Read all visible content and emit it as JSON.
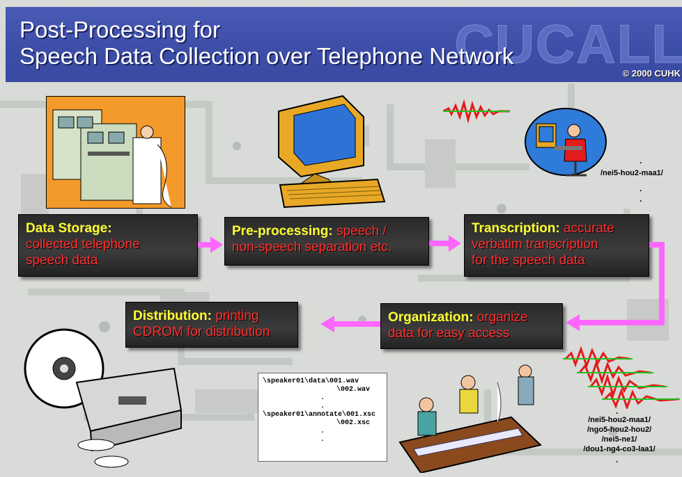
{
  "title": {
    "line1": "Post-Processing for",
    "line2": "Speech Data Collection over Telephone Network",
    "watermark": "CUCALL",
    "copyright": "© 2000 CUHK"
  },
  "steps": [
    {
      "label": "Data Storage:",
      "text": [
        "collected telephone",
        "speech data"
      ]
    },
    {
      "label": "Pre-processing:",
      "text": [
        "speech /",
        "non-speech separation etc."
      ]
    },
    {
      "label": "Transcription:",
      "text": [
        "accurate",
        "verbatim transcription",
        "for the speech data"
      ]
    },
    {
      "label": "Organization:",
      "text": [
        "organize",
        "data for easy access"
      ]
    },
    {
      "label": "Distribution:",
      "text": [
        "printing",
        "CDROM for distribution"
      ]
    }
  ],
  "transcription_file": "/nei5-hou2-maa1/",
  "file_listing": [
    "\\speaker01\\data\\001.wav",
    "\\002.wav",
    ".",
    ".",
    "\\speaker01\\annotate\\001.xsc",
    "\\002.xsc",
    ".",
    "."
  ],
  "organized_files": [
    "/nei5-hou2-maa1/",
    "/ngo5-hou2-hou2/",
    "/nei5-ne1/",
    "/dou1-ng4-co3-laa1/"
  ],
  "colors": {
    "title_bg": "#3d4ea8",
    "box_bg": "#2e2e2e",
    "label": "#ffff33",
    "text": "#ff3030",
    "arrow": "#ff66ff"
  }
}
